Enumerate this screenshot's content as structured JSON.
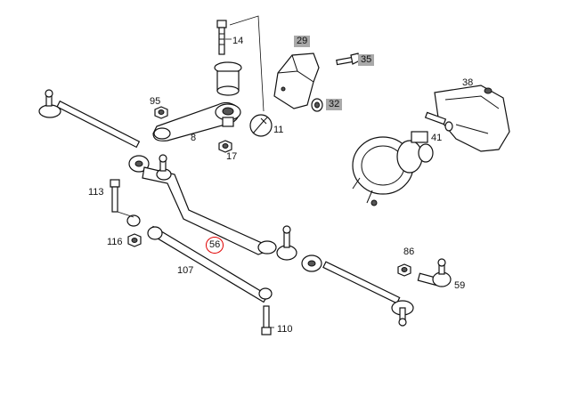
{
  "labels": {
    "l14": "14",
    "l29": "29",
    "l35": "35",
    "l32": "32",
    "l38": "38",
    "l41": "41",
    "l95": "95",
    "l8": "8",
    "l11": "11",
    "l17": "17",
    "l113": "113",
    "l116": "116",
    "l107": "107",
    "l56": "56",
    "l86": "86",
    "l59": "59",
    "l110": "110"
  },
  "colors": {
    "highlight_box": "#a9a9a9",
    "selected_circle": "#e00000"
  }
}
